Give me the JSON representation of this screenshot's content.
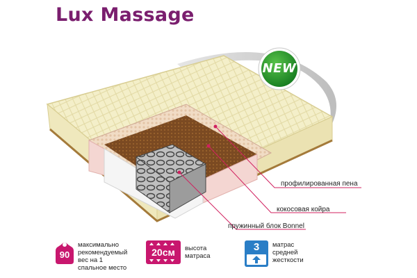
{
  "product": {
    "title": "Lux Massage"
  },
  "badge": {
    "text": "NEW"
  },
  "layers": {
    "foam": "профилированная пена",
    "coir": "кокосовая койра",
    "springs": "пружинный блок Bonnel"
  },
  "features": [
    {
      "icon": "weight-icon",
      "value": "90",
      "lines": [
        "максимально",
        "рекомендуемый",
        "вес на 1",
        "спальное место"
      ]
    },
    {
      "icon": "height-icon",
      "value": "20см",
      "lines": [
        "высота",
        "матраса"
      ]
    },
    {
      "icon": "firmness-icon",
      "value": "3",
      "lines": [
        "матрас",
        "средней",
        "жесткости"
      ]
    }
  ],
  "colors": {
    "brand": "#7a1e6e",
    "accent": "#c8176e",
    "badge": "#1f8a2a",
    "firmness": "#2a7ec6"
  }
}
